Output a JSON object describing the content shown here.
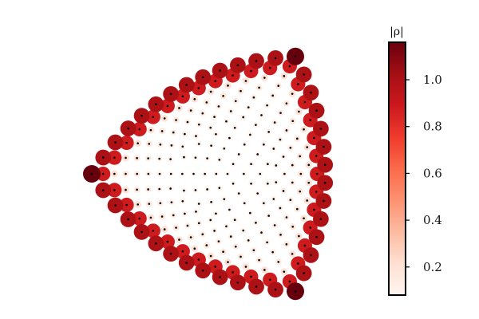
{
  "chart_data": {
    "type": "scatter",
    "description_free_layout": true,
    "colormap": "Reds",
    "colormap_stops": [
      "#fff5f0",
      "#fee0d2",
      "#fcbba1",
      "#fc9272",
      "#fb6a4a",
      "#ef3b2c",
      "#cb181d",
      "#a50f15",
      "#67000d"
    ],
    "marker_center_color": "#000000",
    "lattice": {
      "shape": "rounded-triangle",
      "corners": [
        [
          -1.0,
          0.0
        ],
        [
          0.5,
          0.866
        ],
        [
          0.5,
          -0.866
        ]
      ],
      "edge_bulge": 0.22,
      "rings": 12,
      "ring_values": [
        1.0,
        0.88,
        0.2,
        0.16,
        0.13,
        0.11,
        0.1,
        0.09,
        0.085,
        0.08,
        0.08,
        0.08,
        0.08
      ],
      "corner_value": 1.16
    },
    "colorbar": {
      "title": "|ρ|",
      "vmin": 0.08,
      "vmax": 1.16,
      "ticks": [
        0.2,
        0.4,
        0.6,
        0.8,
        1.0
      ],
      "tick_labels": [
        "0.2",
        "0.4",
        "0.6",
        "0.8",
        "1.0"
      ]
    },
    "axes_visible": false,
    "grid": false
  }
}
